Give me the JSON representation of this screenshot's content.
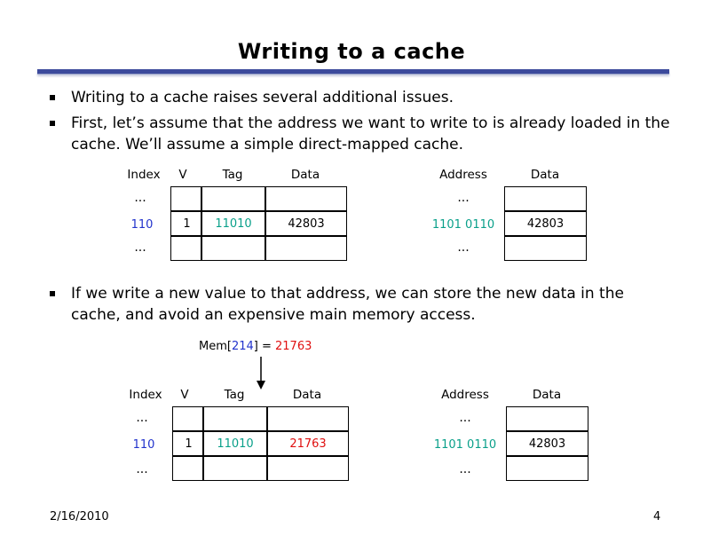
{
  "title": "Writing to a cache",
  "bullets": [
    "Writing to a cache raises several additional issues.",
    "First, let’s assume that the address we want to write to is already loaded in the cache. We’ll assume a simple direct-mapped cache.",
    "If we write a new value to that address, we can store the new data in the cache, and avoid an expensive main memory access."
  ],
  "cache_headers": {
    "index": "Index",
    "v": "V",
    "tag": "Tag",
    "data": "Data"
  },
  "memory_headers": {
    "address": "Address",
    "data": "Data"
  },
  "ellipsis": "...",
  "table1": {
    "index": "110",
    "v": "1",
    "tag": "11010",
    "data": "42803",
    "mem_address": "1101 0110",
    "mem_data": "42803"
  },
  "table2": {
    "index": "110",
    "v": "1",
    "tag": "11010",
    "data": "21763",
    "mem_address": "1101 0110",
    "mem_data": "42803"
  },
  "write_op": {
    "prefix": "Mem[",
    "addr": "214",
    "middle": "] = ",
    "value": "21763"
  },
  "footer": {
    "date": "2/16/2010",
    "page": "4"
  },
  "colors": {
    "title_bar": "#3c4a9c",
    "index_blue": "#2233cc",
    "tag_teal": "#0aa08a",
    "new_value_red": "#e01010"
  }
}
